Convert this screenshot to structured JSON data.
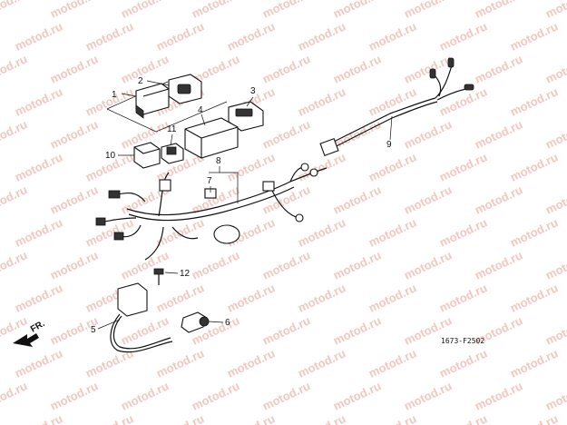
{
  "watermark": {
    "text": "motod.ru",
    "color": "#f2c7c0"
  },
  "diagram_code": "1673-F2502",
  "direction_label": "FR.",
  "callouts": [
    {
      "id": "1",
      "label": "1"
    },
    {
      "id": "2",
      "label": "2"
    },
    {
      "id": "3",
      "label": "3"
    },
    {
      "id": "4",
      "label": "4"
    },
    {
      "id": "5",
      "label": "5"
    },
    {
      "id": "6",
      "label": "6"
    },
    {
      "id": "7",
      "label": "7"
    },
    {
      "id": "8",
      "label": "8"
    },
    {
      "id": "9",
      "label": "9"
    },
    {
      "id": "10",
      "label": "10"
    },
    {
      "id": "11",
      "label": "11"
    },
    {
      "id": "12",
      "label": "12"
    }
  ]
}
